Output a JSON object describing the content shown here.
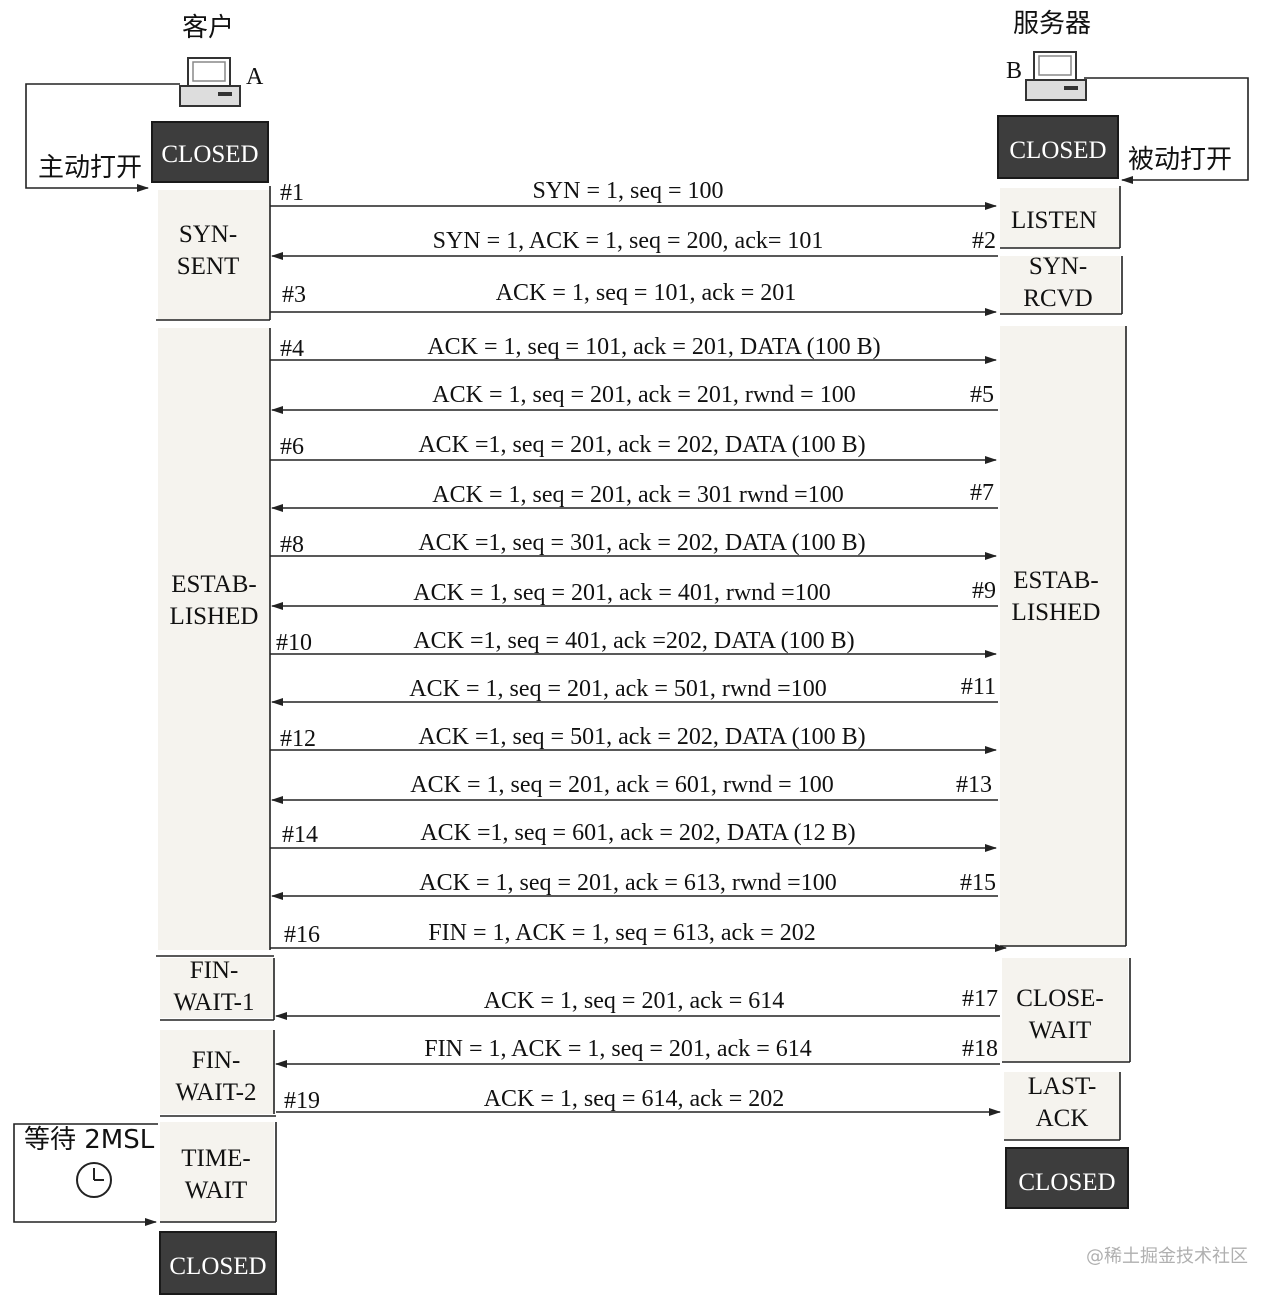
{
  "client": {
    "title": "客户",
    "letter": "A",
    "active_open": "主动打开",
    "wait_2msl": "等待 2MSL"
  },
  "server": {
    "title": "服务器",
    "letter": "B",
    "passive_open": "被动打开"
  },
  "closed_label": "CLOSED",
  "client_states": [
    {
      "id": "syn-sent",
      "lines": [
        "SYN-",
        "SENT"
      ]
    },
    {
      "id": "established",
      "lines": [
        "ESTAB-",
        "LISHED"
      ]
    },
    {
      "id": "fin-wait-1",
      "lines": [
        "FIN-",
        "WAIT-1"
      ]
    },
    {
      "id": "fin-wait-2",
      "lines": [
        "FIN-",
        "WAIT-2"
      ]
    },
    {
      "id": "time-wait",
      "lines": [
        "TIME-",
        "WAIT"
      ]
    }
  ],
  "server_states": [
    {
      "id": "listen",
      "lines": [
        "LISTEN"
      ]
    },
    {
      "id": "syn-rcvd",
      "lines": [
        "SYN-",
        "RCVD"
      ]
    },
    {
      "id": "established",
      "lines": [
        "ESTAB-",
        "LISHED"
      ]
    },
    {
      "id": "close-wait",
      "lines": [
        "CLOSE-",
        "WAIT"
      ]
    },
    {
      "id": "last-ack",
      "lines": [
        "LAST-",
        "ACK"
      ]
    }
  ],
  "messages": [
    {
      "num": "#1",
      "dir": "A-to-B",
      "text": "SYN = 1, seq = 100"
    },
    {
      "num": "#2",
      "dir": "B-to-A",
      "text": "SYN = 1, ACK = 1, seq = 200, ack= 101"
    },
    {
      "num": "#3",
      "dir": "A-to-B",
      "text": "ACK = 1, seq = 101, ack = 201"
    },
    {
      "num": "#4",
      "dir": "A-to-B",
      "text": "ACK = 1, seq = 101, ack = 201, DATA (100 B)"
    },
    {
      "num": "#5",
      "dir": "B-to-A",
      "text": "ACK = 1, seq = 201, ack = 201, rwnd = 100"
    },
    {
      "num": "#6",
      "dir": "A-to-B",
      "text": "ACK =1, seq = 201, ack = 202, DATA (100 B)"
    },
    {
      "num": "#7",
      "dir": "B-to-A",
      "text": "ACK = 1, seq = 201, ack = 301 rwnd =100"
    },
    {
      "num": "#8",
      "dir": "A-to-B",
      "text": "ACK =1, seq = 301, ack = 202, DATA (100 B)"
    },
    {
      "num": "#9",
      "dir": "B-to-A",
      "text": "ACK = 1, seq = 201, ack = 401, rwnd =100"
    },
    {
      "num": "#10",
      "dir": "A-to-B",
      "text": "ACK =1, seq = 401, ack =202, DATA (100 B)"
    },
    {
      "num": "#11",
      "dir": "B-to-A",
      "text": "ACK = 1, seq = 201, ack = 501, rwnd =100"
    },
    {
      "num": "#12",
      "dir": "A-to-B",
      "text": "ACK =1, seq = 501, ack = 202, DATA (100 B)"
    },
    {
      "num": "#13",
      "dir": "B-to-A",
      "text": "ACK = 1, seq = 201, ack = 601, rwnd = 100"
    },
    {
      "num": "#14",
      "dir": "A-to-B",
      "text": "ACK =1, seq = 601, ack = 202, DATA (12 B)"
    },
    {
      "num": "#15",
      "dir": "B-to-A",
      "text": "ACK = 1, seq = 201, ack = 613, rwnd =100"
    },
    {
      "num": "#16",
      "dir": "A-to-B",
      "text": "FIN = 1, ACK = 1, seq = 613, ack = 202"
    },
    {
      "num": "#17",
      "dir": "B-to-A",
      "text": "ACK = 1, seq = 201, ack = 614"
    },
    {
      "num": "#18",
      "dir": "B-to-A",
      "text": "FIN = 1, ACK = 1, seq = 201, ack = 614"
    },
    {
      "num": "#19",
      "dir": "A-to-B",
      "text": "ACK = 1, seq = 614, ack = 202"
    }
  ],
  "watermark": "@稀土掘金技术社区"
}
